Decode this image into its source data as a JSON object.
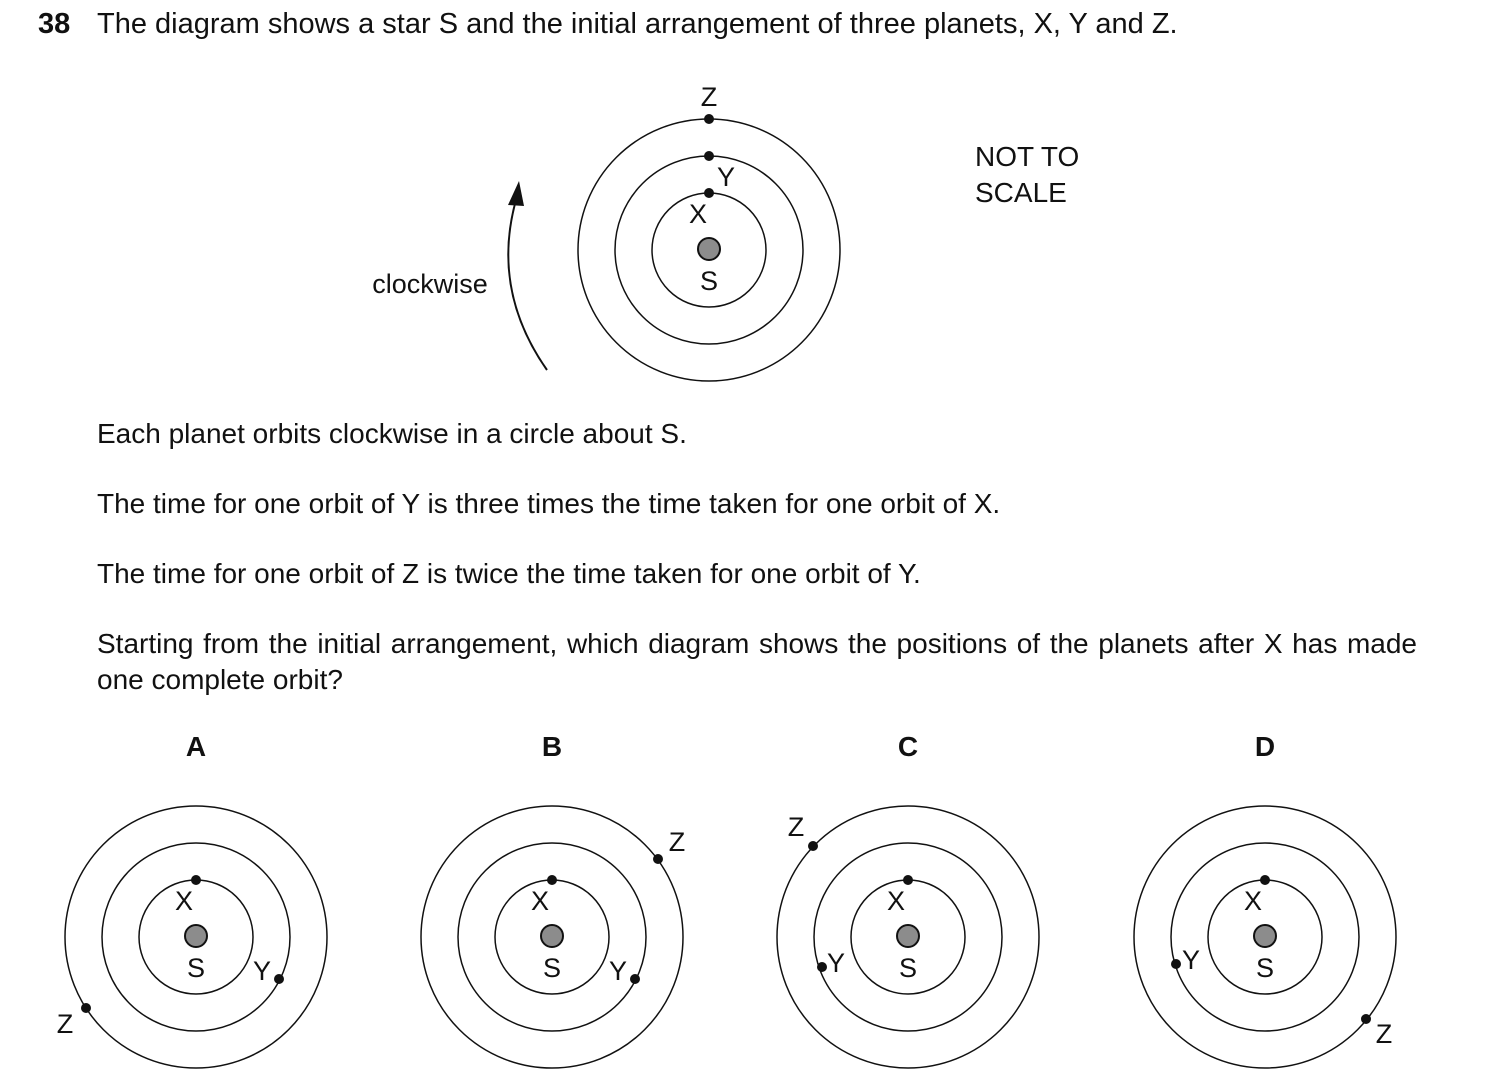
{
  "question": {
    "number": "38",
    "stem": "The diagram shows a star S and the initial arrangement of three planets, X, Y and Z."
  },
  "main_diagram": {
    "direction_label": "clockwise",
    "scale_note_line1": "NOT TO",
    "scale_note_line2": "SCALE",
    "star_label": "S",
    "planet_labels": {
      "x": "X",
      "y": "Y",
      "z": "Z"
    }
  },
  "paragraphs": [
    "Each planet orbits clockwise in a circle about S.",
    "The time for one orbit of Y is three times the time taken for one orbit of X.",
    "The time for one orbit of Z is twice the time taken for one orbit of Y.",
    "Starting from the initial arrangement, which diagram shows the positions of the planets after X has made one complete orbit?"
  ],
  "options": [
    {
      "letter": "A",
      "x_label": "X",
      "y_label": "Y",
      "z_label": "Z",
      "s_label": "S"
    },
    {
      "letter": "B",
      "x_label": "X",
      "y_label": "Y",
      "z_label": "Z",
      "s_label": "S"
    },
    {
      "letter": "C",
      "x_label": "X",
      "y_label": "Y",
      "z_label": "Z",
      "s_label": "S"
    },
    {
      "letter": "D",
      "x_label": "X",
      "y_label": "Y",
      "z_label": "Z",
      "s_label": "S"
    }
  ],
  "colors": {
    "ink": "#111111",
    "star_fill": "#8c8c8c"
  }
}
